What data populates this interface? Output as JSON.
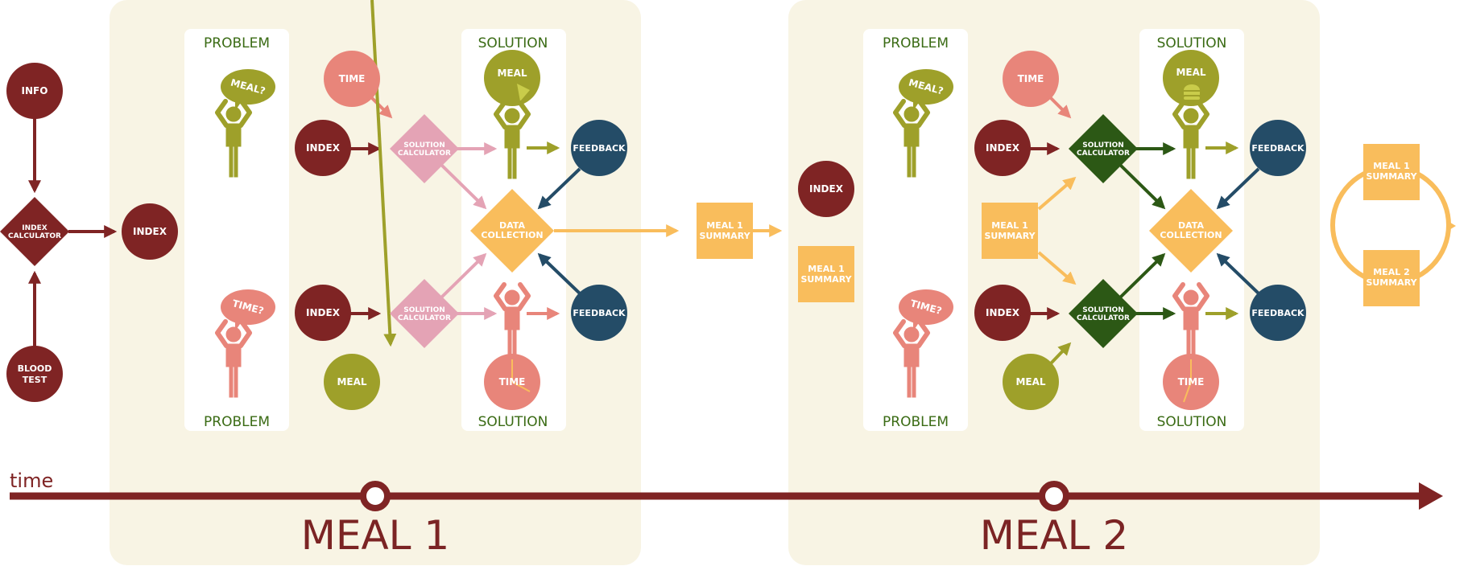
{
  "colors": {
    "maroon": "#7f2424",
    "olive": "#9ea02a",
    "salmon": "#e8857a",
    "pink": "#e4a3b5",
    "navy": "#244c67",
    "orange": "#f9bd5c",
    "darkgreen": "#2c5815",
    "panel": "#f8f4e4",
    "header": "#3a6b14"
  },
  "icons": [
    "person-arms-up-icon",
    "speech-bubble-icon",
    "pizza-icon",
    "burger-icon",
    "clock-hands-icon",
    "arrow-icon"
  ],
  "preface": {
    "info": "INFO",
    "index_calculator": [
      "INDEX",
      "CALCULATOR"
    ],
    "blood_test": [
      "BLOOD",
      "TEST"
    ],
    "index": "INDEX"
  },
  "meal1": {
    "problem_top": "PROBLEM",
    "problem_bottom": "PROBLEM",
    "solution_top": "SOLUTION",
    "solution_bottom": "SOLUTION",
    "bubble_meal": "MEAL?",
    "bubble_time": "TIME?",
    "time": "TIME",
    "index_top": "INDEX",
    "index_bottom": "INDEX",
    "meal_input": "MEAL",
    "solution_calculator": [
      "SOLUTION",
      "CALCULATOR"
    ],
    "meal_solution": "MEAL",
    "time_solution": "TIME",
    "feedback_top": "FEEDBACK",
    "feedback_bottom": "FEEDBACK",
    "data_collection": [
      "DATA",
      "COLLECTION"
    ],
    "summary_out": [
      "MEAL 1",
      "SUMMARY"
    ],
    "label": "MEAL 1"
  },
  "meal2": {
    "problem_top": "PROBLEM",
    "problem_bottom": "PROBLEM",
    "solution_top": "SOLUTION",
    "solution_bottom": "SOLUTION",
    "bubble_meal": "MEAL?",
    "bubble_time": "TIME?",
    "index_left": "INDEX",
    "summary_left": [
      "MEAL 1",
      "SUMMARY"
    ],
    "time": "TIME",
    "index_top": "INDEX",
    "index_bottom": "INDEX",
    "summary_input": [
      "MEAL 1",
      "SUMMARY"
    ],
    "meal_input": "MEAL",
    "solution_calculator": [
      "SOLUTION",
      "CALCULATOR"
    ],
    "meal_solution": "MEAL",
    "time_solution": "TIME",
    "feedback_top": "FEEDBACK",
    "feedback_bottom": "FEEDBACK",
    "data_collection": [
      "DATA",
      "COLLECTION"
    ],
    "label": "MEAL 2"
  },
  "loop": {
    "summary_1": [
      "MEAL 1",
      "SUMMARY"
    ],
    "summary_2": [
      "MEAL 2",
      "SUMMARY"
    ]
  },
  "timeline": {
    "label": "time"
  }
}
